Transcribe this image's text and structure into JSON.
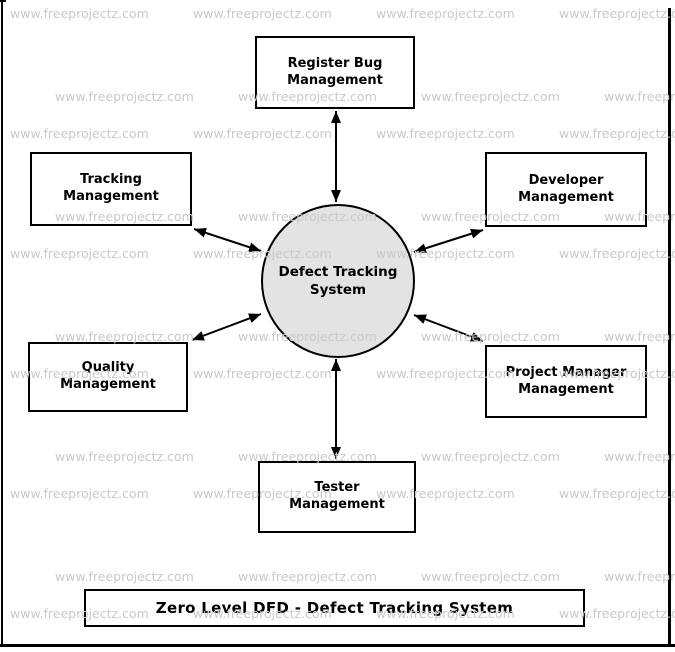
{
  "diagram": {
    "type": "data-flow-diagram",
    "level": "Zero Level",
    "title": "Zero Level DFD - Defect Tracking System",
    "process": {
      "label": "Defect Tracking System"
    },
    "external_entities": [
      {
        "label": "Register Bug Management"
      },
      {
        "label": "Tracking Management"
      },
      {
        "label": "Developer Management"
      },
      {
        "label": "Quality Management"
      },
      {
        "label": "Project Manager Management"
      },
      {
        "label": "Tester Management"
      }
    ],
    "connections": [
      {
        "from": "Register Bug Management",
        "to": "Defect Tracking System",
        "bidirectional": true
      },
      {
        "from": "Tracking Management",
        "to": "Defect Tracking System",
        "bidirectional": true
      },
      {
        "from": "Developer Management",
        "to": "Defect Tracking System",
        "bidirectional": true
      },
      {
        "from": "Quality Management",
        "to": "Defect Tracking System",
        "bidirectional": true
      },
      {
        "from": "Project Manager Management",
        "to": "Defect Tracking System",
        "bidirectional": true
      },
      {
        "from": "Tester Management",
        "to": "Defect Tracking System",
        "bidirectional": true
      }
    ]
  },
  "watermark": {
    "text": "www.freeprojectz.com",
    "color": "#c9c9c9"
  },
  "colors": {
    "background": "#ffffff",
    "process_fill": "#e3e3e3",
    "stroke": "#000000",
    "text": "#000000"
  }
}
